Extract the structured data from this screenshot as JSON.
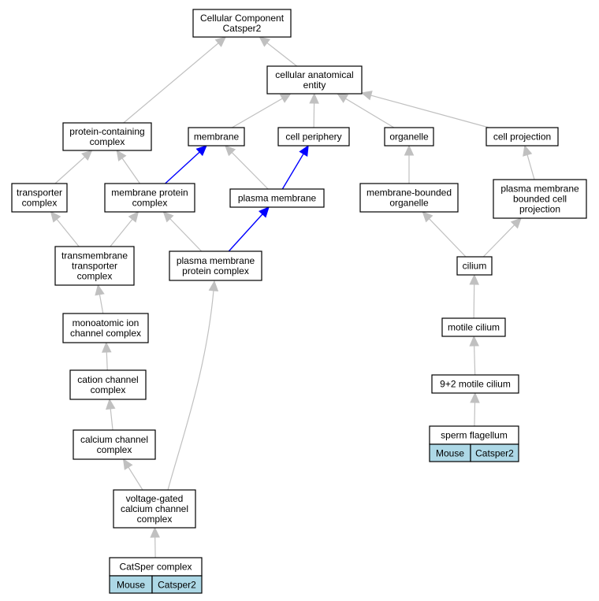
{
  "diagram": {
    "nodes": [
      {
        "id": "root",
        "lines": [
          "Cellular Component",
          "Catsper2"
        ]
      },
      {
        "id": "cae",
        "lines": [
          "cellular anatomical",
          "entity"
        ]
      },
      {
        "id": "pcc",
        "lines": [
          "protein-containing",
          "complex"
        ]
      },
      {
        "id": "membrane",
        "lines": [
          "membrane"
        ]
      },
      {
        "id": "cellperiph",
        "lines": [
          "cell periphery"
        ]
      },
      {
        "id": "organelle",
        "lines": [
          "organelle"
        ]
      },
      {
        "id": "cellproj",
        "lines": [
          "cell projection"
        ]
      },
      {
        "id": "transporter",
        "lines": [
          "transporter",
          "complex"
        ]
      },
      {
        "id": "mpc",
        "lines": [
          "membrane protein",
          "complex"
        ]
      },
      {
        "id": "pm",
        "lines": [
          "plasma membrane"
        ]
      },
      {
        "id": "mbo",
        "lines": [
          "membrane-bounded",
          "organelle"
        ]
      },
      {
        "id": "pmbcp",
        "lines": [
          "plasma membrane",
          "bounded cell",
          "projection"
        ]
      },
      {
        "id": "tmtc",
        "lines": [
          "transmembrane",
          "transporter",
          "complex"
        ]
      },
      {
        "id": "pmpc",
        "lines": [
          "plasma membrane",
          "protein complex"
        ]
      },
      {
        "id": "cilium",
        "lines": [
          "cilium"
        ]
      },
      {
        "id": "moic",
        "lines": [
          "monoatomic ion",
          "channel complex"
        ]
      },
      {
        "id": "motile",
        "lines": [
          "motile cilium"
        ]
      },
      {
        "id": "cation",
        "lines": [
          "cation channel",
          "complex"
        ]
      },
      {
        "id": "ninetwo",
        "lines": [
          "9+2 motile cilium"
        ]
      },
      {
        "id": "calcium",
        "lines": [
          "calcium channel",
          "complex"
        ]
      },
      {
        "id": "sperm",
        "lines": [
          "sperm flagellum"
        ],
        "cells": [
          "Mouse",
          "Catsper2"
        ]
      },
      {
        "id": "vgcc",
        "lines": [
          "voltage-gated",
          "calcium channel",
          "complex"
        ]
      },
      {
        "id": "catsper",
        "lines": [
          "CatSper complex"
        ],
        "cells": [
          "Mouse",
          "Catsper2"
        ]
      }
    ],
    "edges": [
      {
        "from": "cae",
        "to": "root",
        "color": "gray"
      },
      {
        "from": "pcc",
        "to": "root",
        "color": "gray"
      },
      {
        "from": "membrane",
        "to": "cae",
        "color": "gray"
      },
      {
        "from": "cellperiph",
        "to": "cae",
        "color": "gray"
      },
      {
        "from": "organelle",
        "to": "cae",
        "color": "gray"
      },
      {
        "from": "cellproj",
        "to": "cae",
        "color": "gray"
      },
      {
        "from": "transporter",
        "to": "pcc",
        "color": "gray"
      },
      {
        "from": "mpc",
        "to": "pcc",
        "color": "gray"
      },
      {
        "from": "mpc",
        "to": "membrane",
        "color": "blue"
      },
      {
        "from": "pm",
        "to": "membrane",
        "color": "gray"
      },
      {
        "from": "pm",
        "to": "cellperiph",
        "color": "blue"
      },
      {
        "from": "mbo",
        "to": "organelle",
        "color": "gray"
      },
      {
        "from": "pmbcp",
        "to": "cellproj",
        "color": "gray"
      },
      {
        "from": "tmtc",
        "to": "transporter",
        "color": "gray"
      },
      {
        "from": "tmtc",
        "to": "mpc",
        "color": "gray"
      },
      {
        "from": "pmpc",
        "to": "mpc",
        "color": "gray"
      },
      {
        "from": "pmpc",
        "to": "pm",
        "color": "blue"
      },
      {
        "from": "cilium",
        "to": "mbo",
        "color": "gray"
      },
      {
        "from": "cilium",
        "to": "pmbcp",
        "color": "gray"
      },
      {
        "from": "moic",
        "to": "tmtc",
        "color": "gray"
      },
      {
        "from": "motile",
        "to": "cilium",
        "color": "gray"
      },
      {
        "from": "cation",
        "to": "moic",
        "color": "gray"
      },
      {
        "from": "ninetwo",
        "to": "motile",
        "color": "gray"
      },
      {
        "from": "calcium",
        "to": "cation",
        "color": "gray"
      },
      {
        "from": "sperm",
        "to": "ninetwo",
        "color": "gray"
      },
      {
        "from": "vgcc",
        "to": "calcium",
        "color": "gray"
      },
      {
        "from": "vgcc",
        "to": "pmpc",
        "color": "gray",
        "curve": true
      },
      {
        "from": "catsper",
        "to": "vgcc",
        "color": "gray"
      }
    ],
    "colors": {
      "edge_gray": "#c0c0c0",
      "edge_blue": "#0000ff",
      "cell_fill": "#add8e6",
      "node_border": "#000000"
    }
  }
}
